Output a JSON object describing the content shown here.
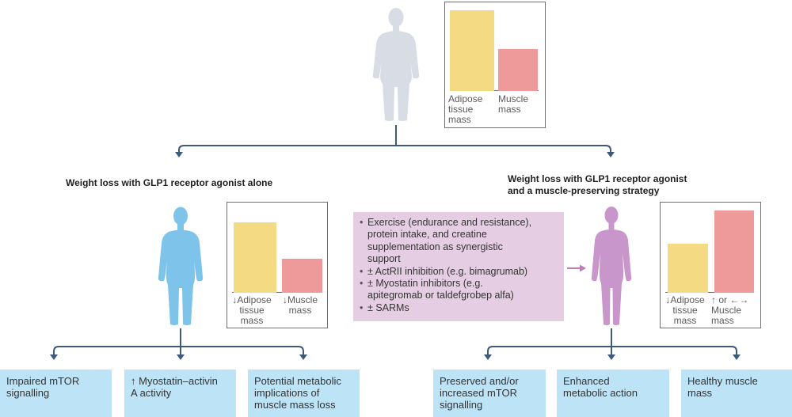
{
  "colors": {
    "adipose": "#f5da84",
    "muscle": "#ee9a9b",
    "body_start": "#d7dce5",
    "body_glp1": "#7ec3ea",
    "body_strategy": "#c996cb",
    "connector": "#3e5a7a",
    "outcome_bg": "#bde3f6",
    "strategy_bg": "#e5cde3",
    "strategy_arrow": "#b97db8"
  },
  "top": {
    "chart": {
      "adipose_value": 1.0,
      "muscle_value": 0.52,
      "adipose_label": "Adipose\ntissue\nmass",
      "muscle_label": "Muscle\nmass"
    }
  },
  "left": {
    "title": "Weight loss with GLP1 receptor agonist alone",
    "chart": {
      "adipose_value": 0.86,
      "muscle_value": 0.41,
      "adipose_label": "↓Adipose\ntissue\nmass",
      "muscle_label": "↓Muscle\nmass"
    },
    "outcomes": [
      "Impaired mTOR\nsignalling",
      "↑ Myostatin–activin\nA activity",
      "Potential metabolic\nimplications of\nmuscle mass loss"
    ]
  },
  "right": {
    "title": "Weight loss with GLP1 receptor agonist\nand a muscle-preserving strategy",
    "strategy_items": [
      "Exercise (endurance and resistance),\nprotein intake, and creatine\nsupplementation as synergistic\nsupport",
      "± ActRII inhibition (e.g. bimagrumab)",
      "± Myostatin inhibitors (e.g.\napitegromab or taldefgrobep alfa)",
      "± SARMs"
    ],
    "chart": {
      "adipose_value": 0.6,
      "muscle_value": 1.0,
      "adipose_label": "↓Adipose\ntissue\nmass",
      "muscle_label": "↑ or ←→\nMuscle\nmass"
    },
    "outcomes": [
      "Preserved and/or\nincreased mTOR\nsignalling",
      "Enhanced\nmetabolic action",
      "Healthy muscle\nmass"
    ]
  }
}
